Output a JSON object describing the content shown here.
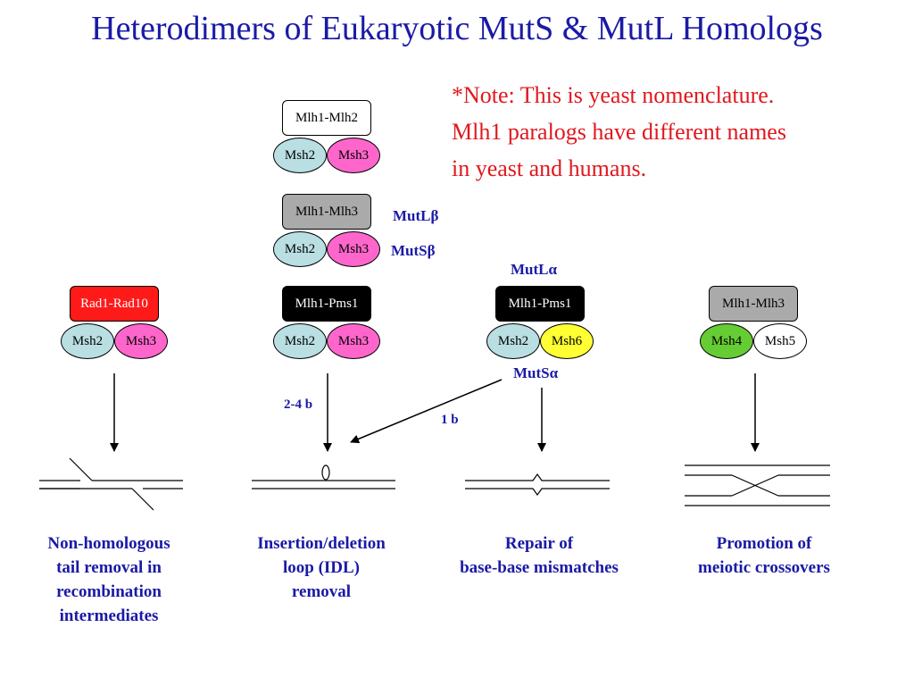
{
  "title": "Heterodimers of Eukaryotic MutS & MutL Homologs",
  "note": {
    "line1": "*Note:  This is yeast nomenclature.",
    "line2": "Mlh1 paralogs have different names",
    "line3": "in yeast and humans."
  },
  "complexes": {
    "top1": {
      "mutl": "Mlh1-Mlh2",
      "left": "Msh2",
      "right": "Msh3"
    },
    "top2": {
      "mutl": "Mlh1-Mlh3",
      "left": "Msh2",
      "right": "Msh3",
      "mutl_name": "MutLβ",
      "muts_name": "MutSβ"
    },
    "col1": {
      "mutl": "Rad1-Rad10",
      "left": "Msh2",
      "right": "Msh3"
    },
    "col2": {
      "mutl": "Mlh1-Pms1",
      "left": "Msh2",
      "right": "Msh3"
    },
    "col3": {
      "mutl": "Mlh1-Pms1",
      "left": "Msh2",
      "right": "Msh6",
      "mutl_name": "MutLα",
      "muts_name": "MutSα"
    },
    "col4": {
      "mutl": "Mlh1-Mlh3",
      "left": "Msh4",
      "right": "Msh5"
    }
  },
  "arrow_labels": {
    "a": "2-4 b",
    "b": "1 b"
  },
  "captions": {
    "c1": [
      "Non-homologous",
      "tail removal in",
      "recombination",
      "intermediates"
    ],
    "c2": [
      "Insertion/deletion",
      "loop (IDL)",
      "removal"
    ],
    "c3": [
      "Repair of",
      "base-base mismatches"
    ],
    "c4": [
      "Promotion of",
      "meiotic crossovers"
    ]
  },
  "colors": {
    "title": "#1a1aa6",
    "note": "#e0181e",
    "msh2": "#b9dfe3",
    "msh3": "#ff66cc",
    "msh6": "#ffff33",
    "msh4": "#66cc33",
    "msh5": "#ffffff",
    "mlh2_box": "#ffffff",
    "mlh3_box": "#aaaaaa",
    "pms1_box": "#000000",
    "rad_box": "#ff1a1a"
  }
}
